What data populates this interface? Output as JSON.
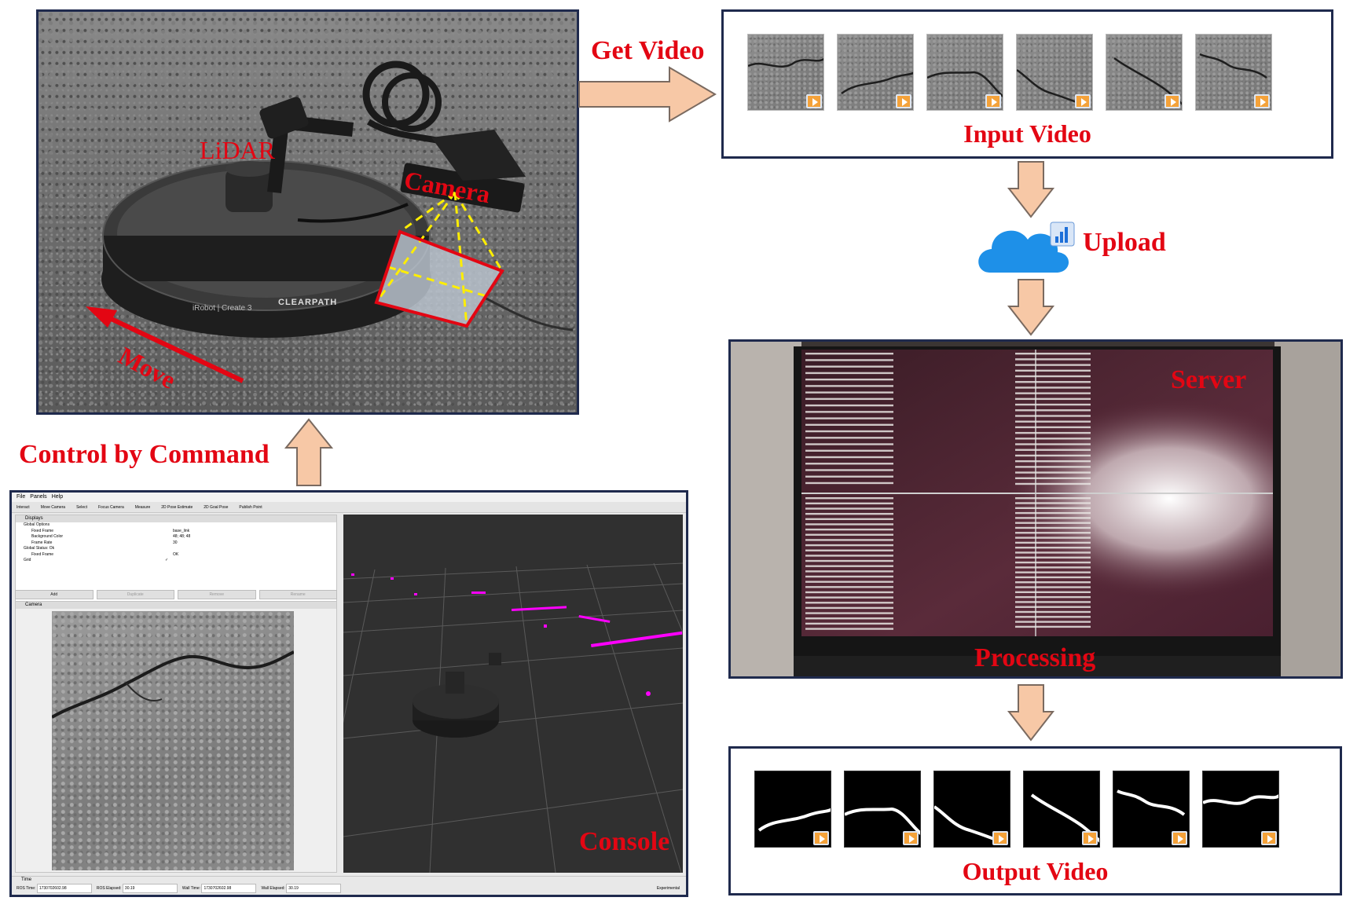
{
  "labels": {
    "get_video": "Get Video",
    "input_video": "Input Video",
    "upload": "Upload",
    "server": "Server",
    "processing": "Processing",
    "output_video": "Output Video",
    "control_by_command": "Control by Command",
    "console": "Console",
    "lidar": "LiDAR",
    "camera": "Camera",
    "move": "Move"
  },
  "robot": {
    "brand": "CLEARPATH",
    "model": "iRobot | Create 3"
  },
  "console": {
    "menu": [
      "File",
      "Panels",
      "Help"
    ],
    "toolbar": [
      "Interact",
      "Move Camera",
      "Select",
      "Focus Camera",
      "Measure",
      "2D Pose Estimate",
      "2D Goal Pose",
      "Publish Point"
    ],
    "displays_title": "Displays",
    "display_rows": [
      {
        "name": "Global Options",
        "value": ""
      },
      {
        "name": "Fixed Frame",
        "value": "base_link"
      },
      {
        "name": "Background Color",
        "value": "48; 48; 48"
      },
      {
        "name": "Frame Rate",
        "value": "30"
      },
      {
        "name": "Global Status: Ok",
        "value": ""
      },
      {
        "name": "Fixed Frame",
        "value": "OK"
      },
      {
        "name": "Grid",
        "value": "✓"
      }
    ],
    "buttons": [
      "Add",
      "Duplicate",
      "Remove",
      "Rename"
    ],
    "camera_title": "Camera",
    "time_title": "Time",
    "status": [
      {
        "label": "ROS Time:",
        "value": "1730702602.98"
      },
      {
        "label": "ROS Elapsed:",
        "value": "30.19"
      },
      {
        "label": "Wall Time:",
        "value": "1730702602.98"
      },
      {
        "label": "Wall Elapsed:",
        "value": "30.19"
      }
    ],
    "experimental": "Experimental"
  },
  "colors": {
    "label_red": "#e30613",
    "arrow_fill": "#f7c8a6",
    "arrow_stroke": "#7a6a60",
    "panel_border": "#1f2a4d",
    "rviz_points": "#ff00ff",
    "cloud_blue": "#1e90e8"
  }
}
